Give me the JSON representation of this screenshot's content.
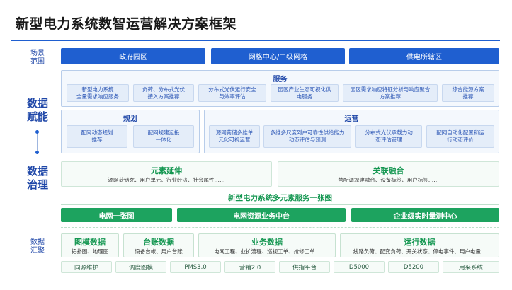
{
  "title": "新型电力系统数智运营解决方案框架",
  "side": {
    "scene": [
      "场景",
      "范围"
    ],
    "empower": [
      "数据",
      "赋能"
    ],
    "govern": [
      "数据",
      "治理"
    ],
    "gather": [
      "数据",
      "汇聚"
    ]
  },
  "scenes": [
    "政府园区",
    "网格中心/二级网格",
    "供电所辖区"
  ],
  "service": {
    "title": "服务",
    "items": [
      "新型电力系统\n全量需求响应服务",
      "负荷、分布式光伏\n接入方案推荐",
      "分布式光伏运行安全\n与效率评估",
      "园区产业生态可视化供\n电服务",
      "园区需求响应特征分析与响应聚合\n方案推荐",
      "综合能源方案\n推荐"
    ]
  },
  "planning": {
    "title": "规划",
    "items": [
      "配网动态规划\n推荐",
      "配网规建运投\n一体化"
    ]
  },
  "operation": {
    "title": "运营",
    "items": [
      "源网荷储多维单\n元化可视运营",
      "多维多尺度到户可靠性供给能力\n动态评估与预测",
      "分布式光伏承载力动\n态评估管理",
      "配网自动化配置和运\n行动态评价"
    ]
  },
  "extend": {
    "title": "元素延伸",
    "sub": "源网荷储充、用户单元、行业经济、社会属性……"
  },
  "fusion": {
    "title": "关联融合",
    "sub": "营配调规建融合、设备标签、用户标签……"
  },
  "oneMap": "新型电力系统多元素服务一张图",
  "platforms": [
    "电网一张图",
    "电网资源业务中台",
    "企业级实时量测中心"
  ],
  "dataBoxes": [
    {
      "title": "图模数据",
      "sub": "拓扑图、地理图"
    },
    {
      "title": "台账数据",
      "sub": "设备台帐、用户台账"
    },
    {
      "title": "业务数据",
      "sub": "电网工程、业扩流程、巡视工单、抢修工单..."
    },
    {
      "title": "运行数据",
      "sub": "线路负荷、配变负荷、开关状态、停电事件、用户电量..."
    }
  ],
  "sources": [
    "同源维护",
    "调度图模",
    "PMS3.0",
    "营销2.0",
    "供指平台",
    "D5000",
    "D5200",
    "用采系统"
  ]
}
